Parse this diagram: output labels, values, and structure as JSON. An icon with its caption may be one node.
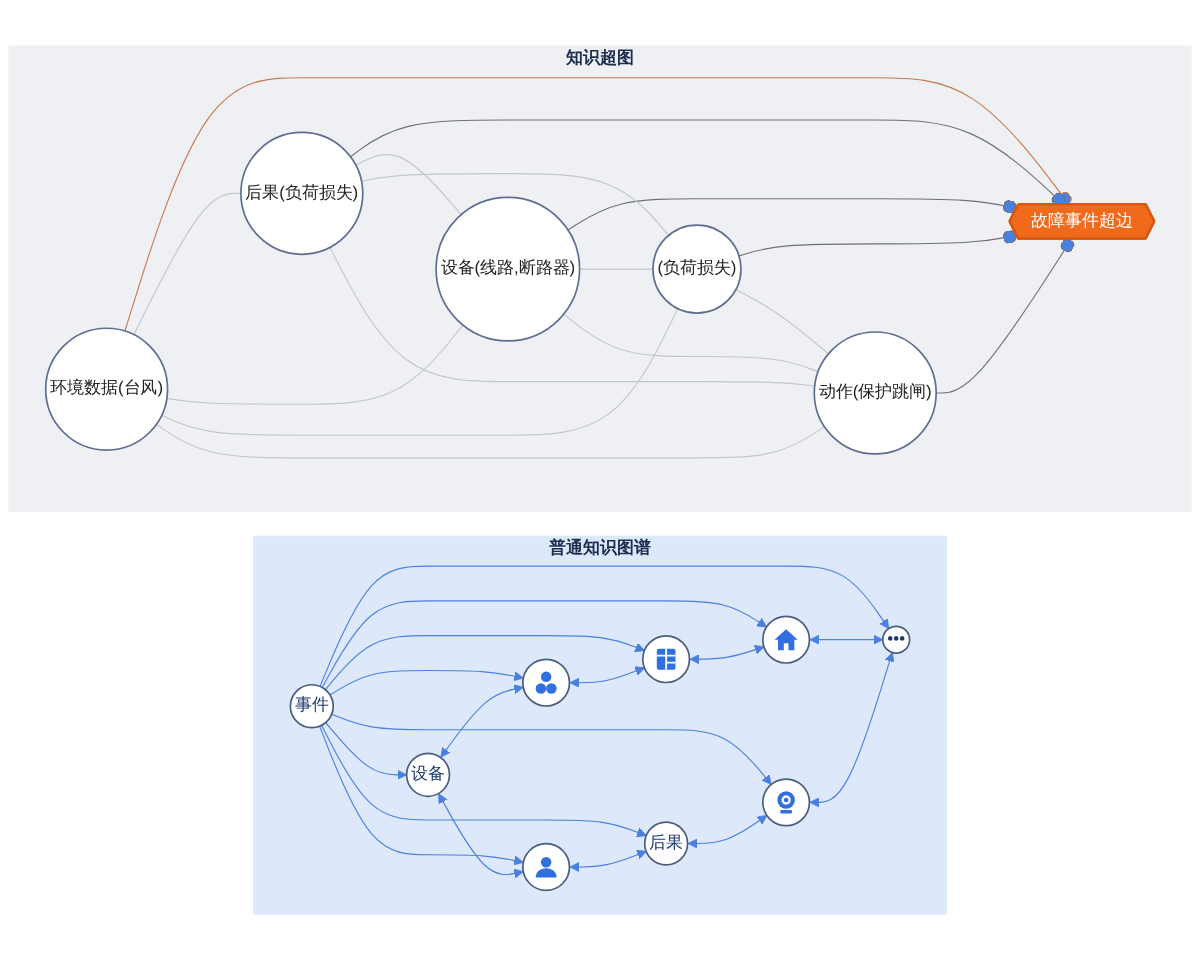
{
  "diagram": {
    "nodes": [
      {
        "text": [
          "普通知识图谱"
        ]
      },
      {
        "text": [
          "设备"
        ],
        "in": 0
      },
      {
        "text": [],
        "shape": "circle",
        "in": 0
      },
      {
        "text": [],
        "shape": "circle",
        "in": 0
      },
      {
        "text": [],
        "shape": "circle",
        "in": 0
      },
      {
        "text": [
          "事件"
        ],
        "in": 0
      },
      {
        "text": [
          "后果"
        ],
        "in": 0
      },
      {
        "text": [],
        "shape": "circle",
        "in": 0
      },
      {
        "text": [],
        "shape": "circle",
        "in": 0
      },
      {
        "text": [
          "•••"
        ],
        "in": 0
      },
      {
        "text": [
          "知识超图"
        ]
      },
      {
        "text": [
          "环境数据(台风)"
        ],
        "in": 10
      },
      {
        "text": [
          "后果(负荷损失)"
        ],
        "in": 10
      },
      {
        "text": [
          "设备(线路,断路器)"
        ],
        "in": 10
      },
      {
        "text": [
          "故障事件超边"
        ],
        "in": 10
      },
      {
        "text": [
          "(负荷损失)"
        ],
        "in": 10
      },
      {
        "text": [
          "动作(保护跳闸)"
        ],
        "in": 10
      }
    ],
    "edges": [
      {
        "from": 5,
        "to": 1,
        "arrow": "to"
      },
      {
        "from": 5,
        "to": 2,
        "arrow": "to"
      },
      {
        "from": 5,
        "to": 3,
        "arrow": "to"
      },
      {
        "from": 5,
        "to": 4,
        "arrow": "to"
      },
      {
        "from": 5,
        "to": 6,
        "arrow": "to"
      },
      {
        "from": 5,
        "to": 7,
        "arrow": "to"
      },
      {
        "from": 5,
        "to": 8,
        "arrow": "to"
      },
      {
        "from": 5,
        "to": 9,
        "arrow": "to"
      },
      {
        "from": 1,
        "to": 2,
        "arrow": "both"
      },
      {
        "from": 1,
        "to": 3,
        "arrow": "both"
      },
      {
        "from": 2,
        "to": 4,
        "arrow": "both"
      },
      {
        "from": 3,
        "to": 6,
        "arrow": "both"
      },
      {
        "from": 4,
        "to": 7,
        "arrow": "both"
      },
      {
        "from": 6,
        "to": 8,
        "arrow": "both"
      },
      {
        "from": 7,
        "to": 9,
        "arrow": "both"
      },
      {
        "from": 8,
        "to": 9,
        "arrow": "both"
      },
      {
        "from": 11,
        "to": 14,
        "arrow": "other",
        "color": "#c8794a"
      },
      {
        "from": 12,
        "to": 14,
        "arrow": "other",
        "color": "#6e7078"
      },
      {
        "from": 13,
        "to": 14,
        "arrow": "other",
        "color": "#6e7078"
      },
      {
        "from": 15,
        "to": 14,
        "arrow": "other",
        "color": "#6e7078"
      },
      {
        "from": 16,
        "to": 14,
        "arrow": "other",
        "color": "#6e7078"
      },
      {
        "from": 11,
        "to": 12,
        "arrow": "none",
        "color": "#c3c6cc"
      },
      {
        "from": 11,
        "to": 13,
        "arrow": "none",
        "color": "#c3c6cc"
      },
      {
        "from": 11,
        "to": 15,
        "arrow": "none",
        "color": "#c3c6cc"
      },
      {
        "from": 11,
        "to": 16,
        "arrow": "none",
        "color": "#c3c6cc"
      },
      {
        "from": 12,
        "to": 13,
        "arrow": "none",
        "color": "#c3c6cc"
      },
      {
        "from": 12,
        "to": 15,
        "arrow": "none",
        "color": "#c3c6cc"
      },
      {
        "from": 12,
        "to": 16,
        "arrow": "none",
        "color": "#c3c6cc"
      },
      {
        "from": 13,
        "to": 15,
        "arrow": "none",
        "color": "#c3c6cc"
      },
      {
        "from": 13,
        "to": 16,
        "arrow": "none",
        "color": "#c3c6cc"
      },
      {
        "from": 15,
        "to": 16,
        "arrow": "none",
        "color": "#c3c6cc"
      }
    ]
  }
}
